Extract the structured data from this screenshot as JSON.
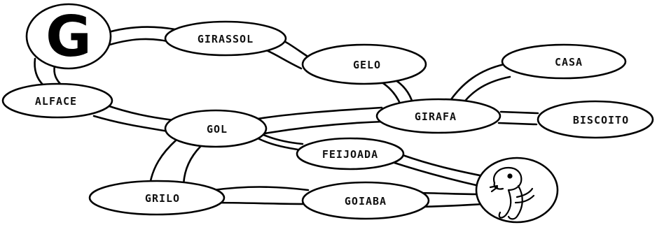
{
  "diagram": {
    "center_letter": "G",
    "words": {
      "girassol": "GIRASSOL",
      "gelo": "GELO",
      "casa": "CASA",
      "alface": "ALFACE",
      "girafa": "GIRAFA",
      "biscoito": "BISCOITO",
      "gol": "GOL",
      "feijoada": "FEIJOADA",
      "grilo": "GRILO",
      "goiaba": "GOIABA"
    },
    "seal_icon": "seal-icon"
  }
}
